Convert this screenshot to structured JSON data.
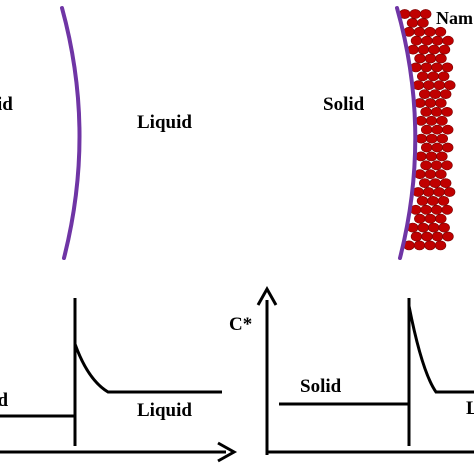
{
  "colors": {
    "interface": "#6f35a5",
    "particle": "#c00000",
    "particle_edge": "#7a0000",
    "ink": "#000000"
  },
  "top_left": {
    "solid_label": "id",
    "liquid_label": "Liquid"
  },
  "top_right": {
    "solid_label": "Solid",
    "particle_label": "Nam"
  },
  "bottom_left": {
    "solid_label": "lid",
    "liquid_label": "Liquid"
  },
  "bottom_right": {
    "axis_label": "C*",
    "solid_label": "Solid",
    "liquid_label": "L"
  }
}
